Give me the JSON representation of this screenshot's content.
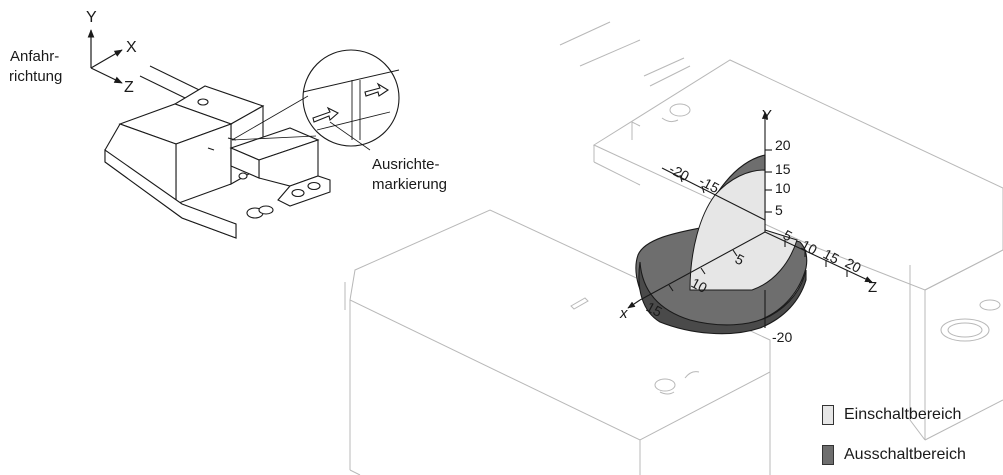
{
  "left_view": {
    "axes": {
      "y": "Y",
      "x": "X",
      "z": "Z"
    },
    "approach_label_line1": "Anfahr-",
    "approach_label_line2": "richtung",
    "alignment_label_line1": "Ausrichte-",
    "alignment_label_line2": "markierung"
  },
  "right_view": {
    "axis_y": "Y",
    "axis_z": "Z",
    "axis_x": "x",
    "y_ticks": [
      "20",
      "15",
      "10",
      "5",
      "-20"
    ],
    "x_ticks_neg": [
      "-20",
      "-15"
    ],
    "z_ticks": [
      "5",
      "10",
      "15",
      "20"
    ],
    "depth_ticks": [
      "5",
      "10",
      "15"
    ]
  },
  "legend": {
    "items": [
      {
        "label": "Einschaltbereich",
        "color": "#e6e6e6"
      },
      {
        "label": "Ausschaltbereich",
        "color": "#6e6e6e"
      }
    ]
  },
  "colors": {
    "line": "#1a1a1a",
    "faint_line": "#b8b8b8",
    "zone_on": "#e6e6e6",
    "zone_off": "#6e6e6e",
    "zone_off_dark": "#4a4a4a"
  }
}
